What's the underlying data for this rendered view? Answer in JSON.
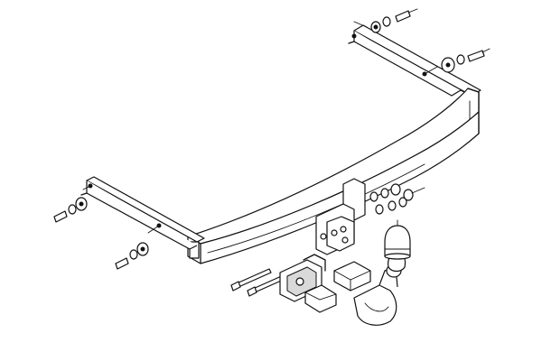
{
  "diagram": {
    "type": "exploded-parts-drawing",
    "subject": "tow-bar-assembly",
    "colors": {
      "line": "#111111",
      "fill": "#ffffff",
      "shade": "#d9d9d9"
    },
    "parts": [
      "right-mounting-bracket",
      "left-mounting-bracket",
      "cross-beam",
      "center-mounting-plate",
      "tow-ball-arm",
      "tow-ball-cover",
      "socket-plate",
      "clamp-block",
      "bolts-and-washers"
    ]
  }
}
